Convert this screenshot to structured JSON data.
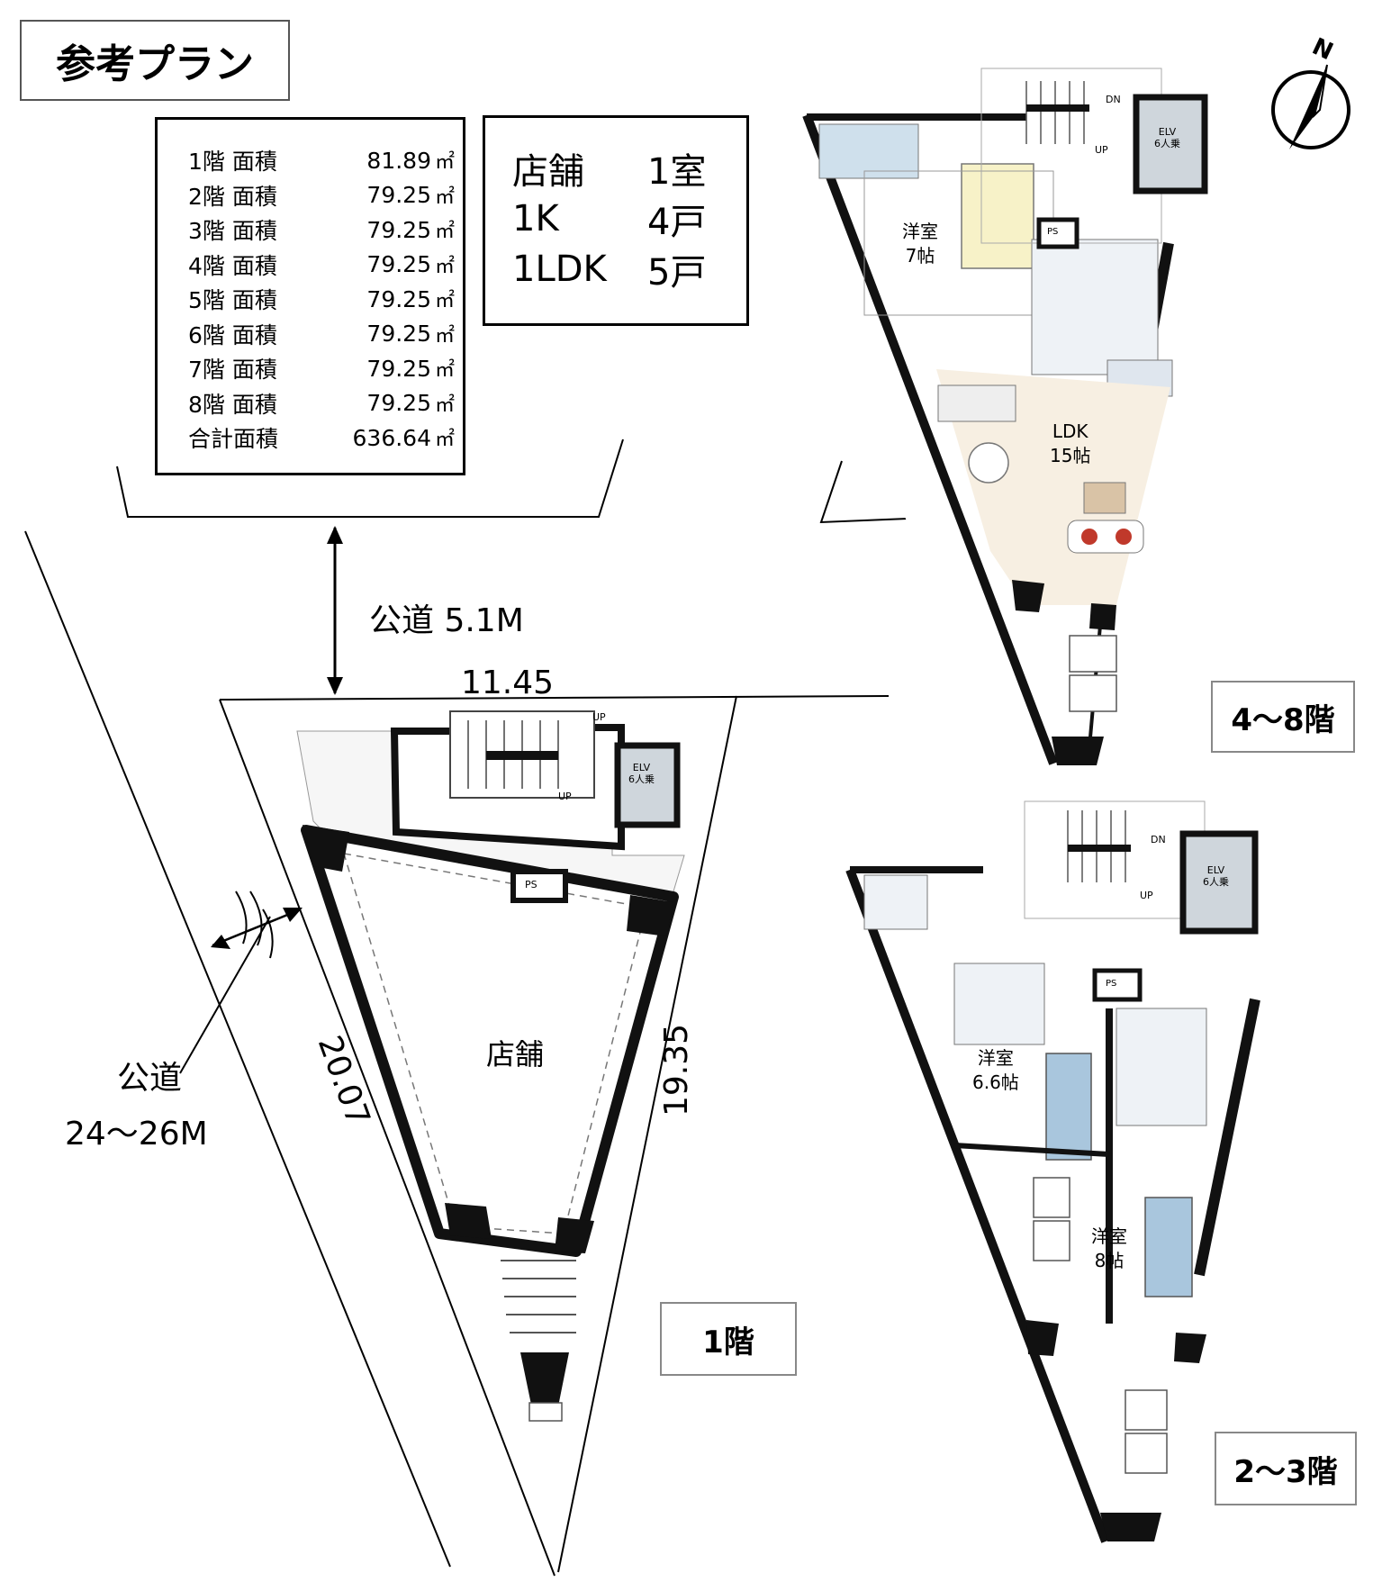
{
  "header": {
    "title": "参考プラン"
  },
  "area_table": {
    "unit": "㎡",
    "rows": [
      {
        "label": "1階 面積",
        "value": "81.89"
      },
      {
        "label": "2階 面積",
        "value": "79.25"
      },
      {
        "label": "3階 面積",
        "value": "79.25"
      },
      {
        "label": "4階 面積",
        "value": "79.25"
      },
      {
        "label": "5階 面積",
        "value": "79.25"
      },
      {
        "label": "6階 面積",
        "value": "79.25"
      },
      {
        "label": "7階 面積",
        "value": "79.25"
      },
      {
        "label": "8階 面積",
        "value": "79.25"
      },
      {
        "label": "合計面積",
        "value": "636.64"
      }
    ]
  },
  "unit_mix": [
    {
      "type": "店舗",
      "count": "1室"
    },
    {
      "type": "1K",
      "count": "4戸"
    },
    {
      "type": "1LDK",
      "count": "5戸"
    }
  ],
  "site": {
    "road_north": "公道 5.1M",
    "road_west_line1": "公道",
    "road_west_line2": "24～26M",
    "dim_top": "11.45",
    "dim_left": "20.07",
    "dim_right": "19.35"
  },
  "floor_labels": {
    "ground": "1階",
    "upper": "4～8階",
    "middle": "2～3階"
  },
  "rooms": {
    "store": "店舗",
    "elv": "ELV",
    "elv_capacity": "6人乗",
    "ps": "PS",
    "up": "UP",
    "dn": "DN",
    "upper_western_name": "洋室",
    "upper_western_size": "7帖",
    "upper_ldk_name": "LDK",
    "upper_ldk_size": "15帖",
    "mid_western_a_name": "洋室",
    "mid_western_a_size": "6.6帖",
    "mid_western_b_name": "洋室",
    "mid_western_b_size": "8帖"
  },
  "compass": {
    "north": "N"
  },
  "colors": {
    "wall": "#111111",
    "floor_fill": "#f3f1ea",
    "wet_area": "#cfe0ec",
    "bed": "#f7f2c8",
    "bed_blue": "#a9c6dd",
    "ldk_floor": "#f7efe2"
  }
}
